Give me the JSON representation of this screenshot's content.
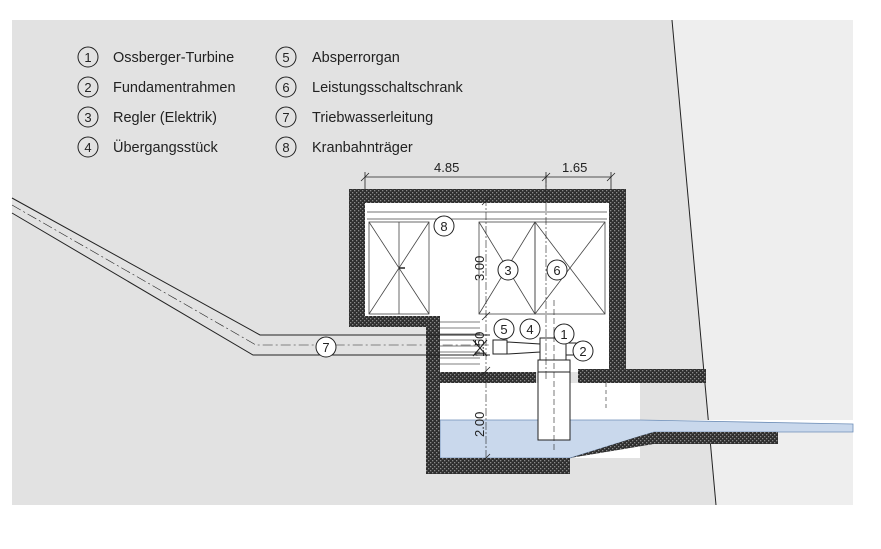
{
  "legend": [
    {
      "num": "1",
      "label": "Ossberger-Turbine"
    },
    {
      "num": "2",
      "label": "Fundamentrahmen"
    },
    {
      "num": "3",
      "label": "Regler (Elektrik)"
    },
    {
      "num": "4",
      "label": "Übergangsstück"
    },
    {
      "num": "5",
      "label": "Absperrorgan"
    },
    {
      "num": "6",
      "label": "Leistungsschaltschrank"
    },
    {
      "num": "7",
      "label": "Triebwasserleitung"
    },
    {
      "num": "8",
      "label": "Kranbahnträger"
    }
  ],
  "dimensions": {
    "width_left": "4.85",
    "width_right": "1.65",
    "height_upper": "3.00",
    "height_middle": "1.50",
    "height_lower": "2.00"
  },
  "callouts": [
    "1",
    "2",
    "3",
    "4",
    "5",
    "6",
    "7",
    "8"
  ],
  "colors": {
    "background_gray": "#e2e2e2",
    "wall_hatch": "#3a3a3a",
    "water": "#c9d8ec",
    "line": "#222222"
  }
}
